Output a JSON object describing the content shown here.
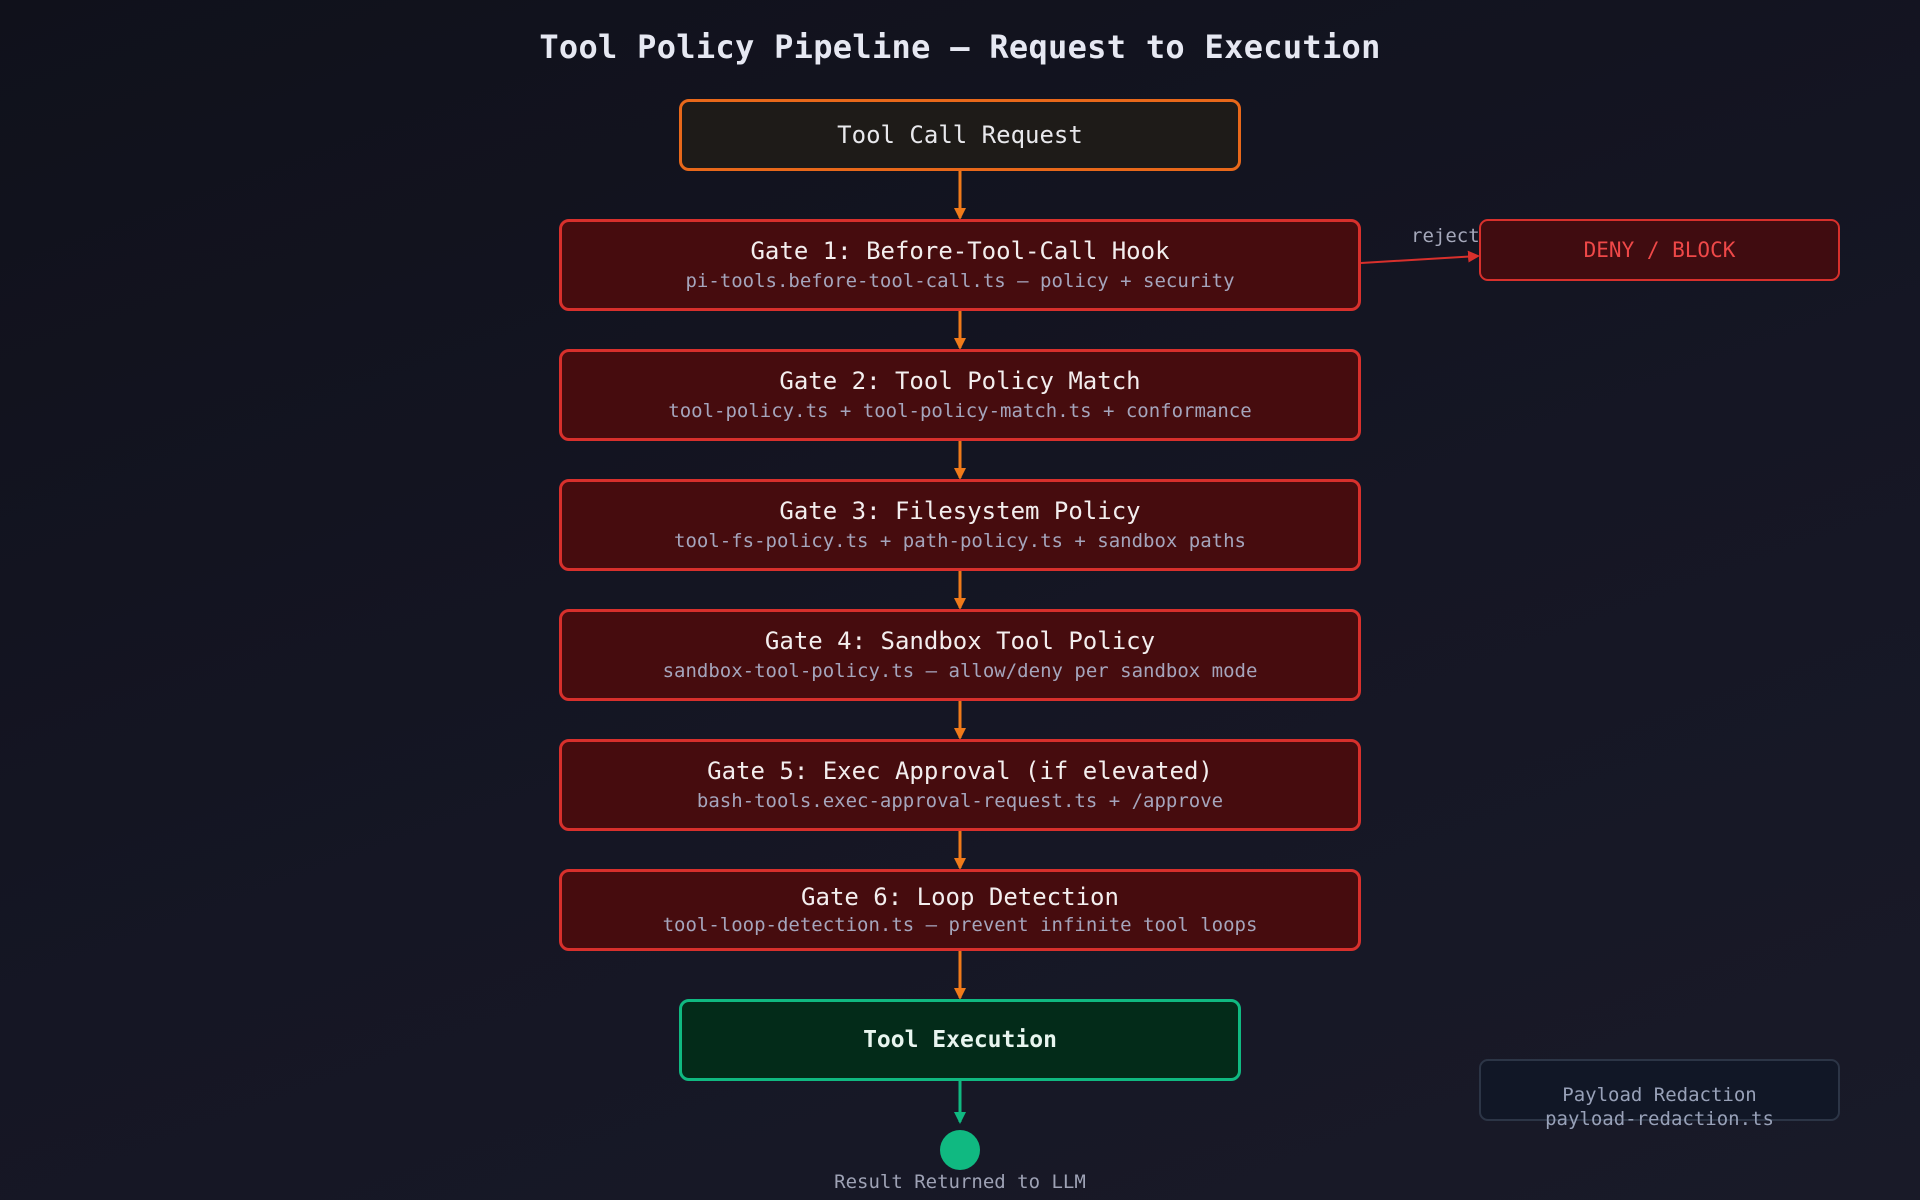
{
  "title": "Tool Policy Pipeline — Request to Execution",
  "request": "Tool Call Request",
  "gates": [
    {
      "title": "Gate 1: Before-Tool-Call Hook",
      "subtitle": "pi-tools.before-tool-call.ts — policy + security"
    },
    {
      "title": "Gate 2: Tool Policy Match",
      "subtitle": "tool-policy.ts + tool-policy-match.ts + conformance"
    },
    {
      "title": "Gate 3: Filesystem Policy",
      "subtitle": "tool-fs-policy.ts + path-policy.ts + sandbox paths"
    },
    {
      "title": "Gate 4: Sandbox Tool Policy",
      "subtitle": "sandbox-tool-policy.ts — allow/deny per sandbox mode"
    },
    {
      "title": "Gate 5: Exec Approval (if elevated)",
      "subtitle": "bash-tools.exec-approval-request.ts + /approve"
    },
    {
      "title": "Gate 6: Loop Detection",
      "subtitle": "tool-loop-detection.ts — prevent infinite tool loops"
    }
  ],
  "reject_label": "reject",
  "deny_label": "DENY / BLOCK",
  "execution": "Tool Execution",
  "result": "Result Returned to LLM",
  "redaction": {
    "title": "Payload Redaction",
    "file": "payload-redaction.ts"
  },
  "colors": {
    "request": "#e8681a",
    "gate": "#d8302c",
    "deny": "#ef4848",
    "execution": "#10b981",
    "arrow": "#f07a1a"
  }
}
